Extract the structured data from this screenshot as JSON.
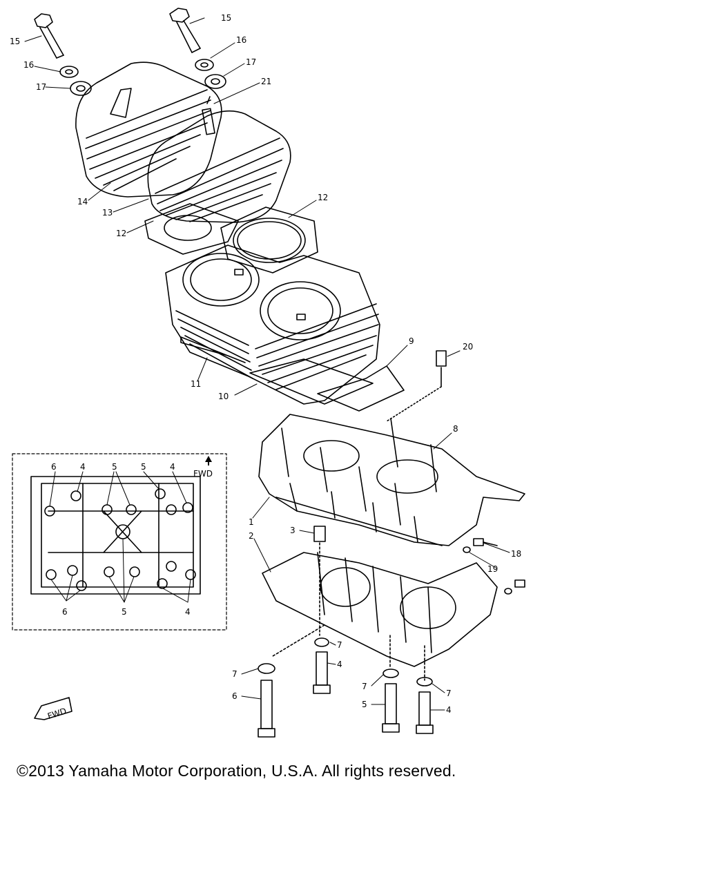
{
  "inset": {
    "direction_label": "FWD",
    "arrow_icon": "arrow-up-icon"
  },
  "fwd_badge": {
    "label": "FWD"
  },
  "callouts": {
    "n1": "1",
    "n2": "2",
    "n3": "3",
    "n4": "4",
    "n5": "5",
    "n6": "6",
    "n7": "7",
    "n8": "8",
    "n9": "9",
    "n10": "10",
    "n11": "11",
    "n12": "12",
    "n13": "13",
    "n14": "14",
    "n15": "15",
    "n16": "16",
    "n17": "17",
    "n18": "18",
    "n19": "19",
    "n20": "20",
    "n21": "21"
  },
  "footer": {
    "copyright": "©2013 Yamaha Motor Corporation, U.S.A. All rights reserved."
  }
}
